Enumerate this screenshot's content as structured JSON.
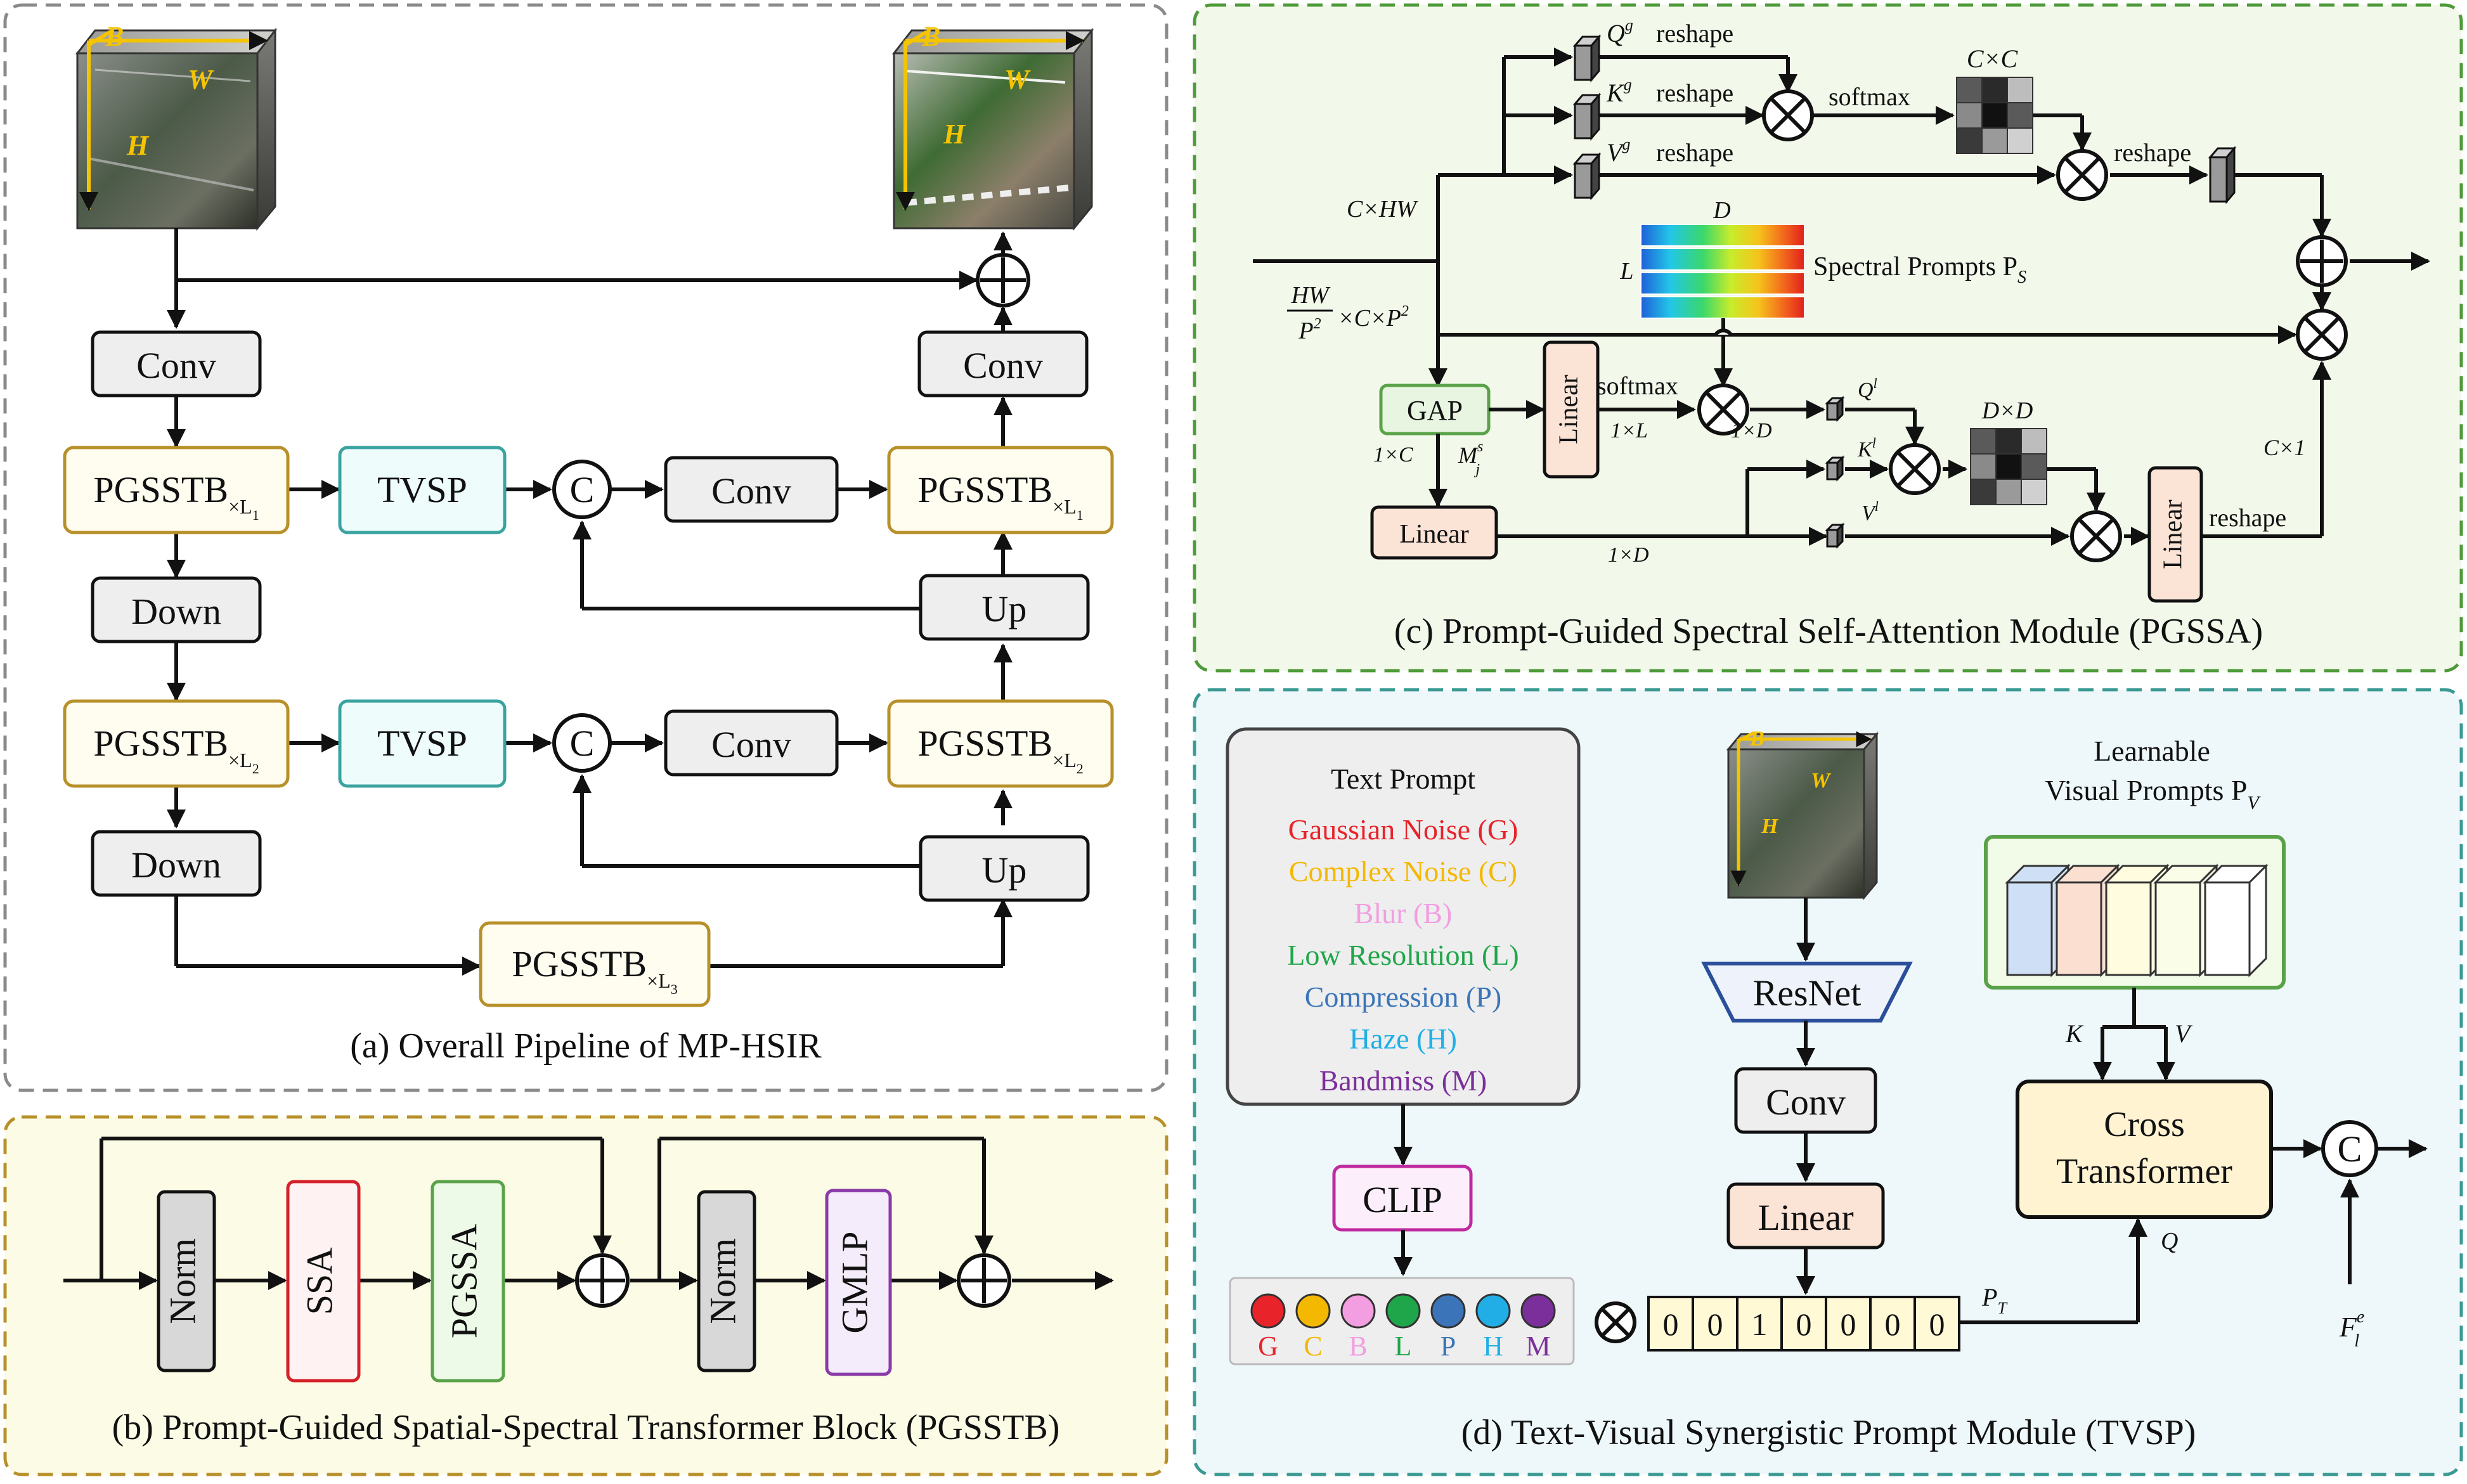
{
  "colors": {
    "panel_a_border": "#8a8a8a",
    "panel_b_bg": "#fcfbe6",
    "panel_b_border": "#b8902a",
    "panel_c_bg": "#f2f8ea",
    "panel_c_border": "#4e9a3a",
    "panel_d_bg": "#eef8fa",
    "panel_d_border": "#3a9a93",
    "pgsstb_border": "#b8902a",
    "pgsstb_fill": "#fffdf0",
    "tvsp_border": "#3aa3a0",
    "tvsp_fill": "#eefcfc",
    "gray_fill": "#eeeeee"
  },
  "panel_a": {
    "caption": "(a) Overall Pipeline of MP-HSIR",
    "cube_labels": {
      "b": "B",
      "w": "W",
      "h": "H"
    },
    "conv": "Conv",
    "down": "Down",
    "up": "Up",
    "pgsstb": "PGSSTB",
    "sub_l1": "×L",
    "sub_l1_idx": "1",
    "sub_l2": "×L",
    "sub_l2_idx": "2",
    "sub_l3": "×L",
    "sub_l3_idx": "3",
    "tvsp": "TVSP",
    "concat": "C"
  },
  "panel_b": {
    "caption": "(b) Prompt-Guided Spatial-Spectral Transformer Block (PGSSTB)",
    "norm": "Norm",
    "ssa": "SSA",
    "pgssa": "PGSSA",
    "gmlp": "GMLP"
  },
  "panel_c": {
    "caption": "(c) Prompt-Guided Spectral Self-Attention Module (PGSSA)",
    "q_g": "Q",
    "q_g_sup": "g",
    "k_g": "K",
    "k_g_sup": "g",
    "v_g": "V",
    "v_g_sup": "g",
    "reshape": "reshape",
    "softmax": "softmax",
    "cxc": "C×C",
    "cxhw": "C×HW",
    "in_dim_num": "HW",
    "in_dim_den": "P",
    "in_dim_den_sup": "2",
    "in_dim_rest": "×C×P",
    "in_dim_rest_sup": "2",
    "prompt_d": "D",
    "prompt_l": "L",
    "spectral_prompts": "Spectral Prompts P",
    "spectral_prompts_sub": "S",
    "gap": "GAP",
    "linear": "Linear",
    "one_by_l": "1×L",
    "one_by_d": "1×D",
    "one_by_c": "1×C",
    "m_s": "M",
    "m_s_sup": "s",
    "m_s_sub": "j",
    "q_l": "Q",
    "q_l_sup": "l",
    "k_l": "K",
    "k_l_sup": "l",
    "v_l": "V",
    "v_l_sup": "l",
    "dxd": "D×D",
    "cx1": "C×1"
  },
  "panel_d": {
    "caption": "(d) Text-Visual Synergistic Prompt Module (TVSP)",
    "text_prompt_title": "Text Prompt",
    "prompts": [
      {
        "label": "Gaussian Noise (G)",
        "color": "#e8232a"
      },
      {
        "label": "Complex Noise (C)",
        "color": "#f5b800"
      },
      {
        "label": "Blur (B)",
        "color": "#f29ee0"
      },
      {
        "label": "Low Resolution (L)",
        "color": "#1fa64a"
      },
      {
        "label": "Compression (P)",
        "color": "#3b74b8"
      },
      {
        "label": "Haze (H)",
        "color": "#21aee6"
      },
      {
        "label": "Bandmiss (M)",
        "color": "#7b2f9b"
      }
    ],
    "clip": "CLIP",
    "dot_letters": [
      "G",
      "C",
      "B",
      "L",
      "P",
      "H",
      "M"
    ],
    "resnet": "ResNet",
    "conv": "Conv",
    "linear": "Linear",
    "onehot": [
      "0",
      "0",
      "1",
      "0",
      "0",
      "0",
      "0"
    ],
    "p_t": "P",
    "p_t_sub": "T",
    "learnable_line1": "Learnable",
    "learnable_line2": "Visual Prompts P",
    "learnable_sub": "V",
    "k": "K",
    "v": "V",
    "q": "Q",
    "cross_line1": "Cross",
    "cross_line2": "Transformer",
    "concat": "C",
    "f": "F",
    "f_sup": "e",
    "f_sub": "l"
  }
}
